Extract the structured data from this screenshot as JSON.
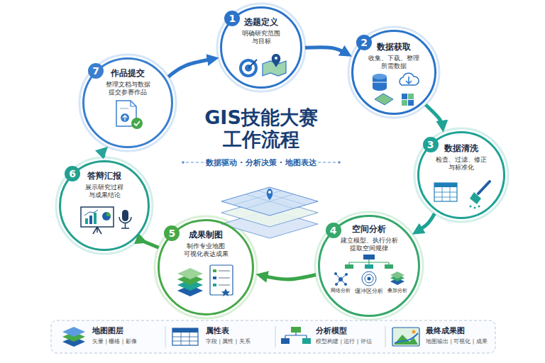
{
  "diagram": {
    "title": "GIS技能大赛 工作流程",
    "nodes": [
      {
        "text": [
          "1",
          "选题定义",
          "明确研究范围 与目标"
        ]
      },
      {
        "text": [
          "2",
          "数据获取",
          "收集、下载、整理 所需数据"
        ]
      },
      {
        "text": [
          "3",
          "数据清洗",
          "检查、过滤、修正 与标准化"
        ]
      },
      {
        "text": [
          "4",
          "空间分析",
          "建立模型、执行分析 提取空间规律",
          "网络分析",
          "缓冲区分析",
          "叠加分析"
        ]
      },
      {
        "text": [
          "5",
          "成果制图",
          "制作专业地图 可视化表达成果"
        ]
      },
      {
        "text": [
          "6",
          "答辩汇报",
          "展示研究过程 与成果结论"
        ]
      },
      {
        "text": [
          "7",
          "作品提交",
          "整理文档与数据 提交参赛作品"
        ]
      }
    ],
    "edges": [
      {
        "from": 0,
        "to": 1,
        "arrow": "to"
      },
      {
        "from": 1,
        "to": 2,
        "arrow": "to"
      },
      {
        "from": 2,
        "to": 3,
        "arrow": "to"
      },
      {
        "from": 3,
        "to": 4,
        "arrow": "to"
      },
      {
        "from": 4,
        "to": 5,
        "arrow": "to"
      },
      {
        "from": 5,
        "to": 6,
        "arrow": "to"
      },
      {
        "from": 6,
        "to": 0,
        "arrow": "to"
      }
    ],
    "labels": [
      "数据驱动 · 分析决策 · 地图表达",
      "矢量 | 栅格 | 影像",
      "字段 | 属性 | 关系",
      "模型构建 | 运行 | 评估",
      "地图输出 | 可视化 | 成果"
    ],
    "legend": [
      {
        "text": "地图图层"
      },
      {
        "text": "属性表"
      },
      {
        "text": "分析模型"
      },
      {
        "text": "最终成果图"
      }
    ]
  }
}
